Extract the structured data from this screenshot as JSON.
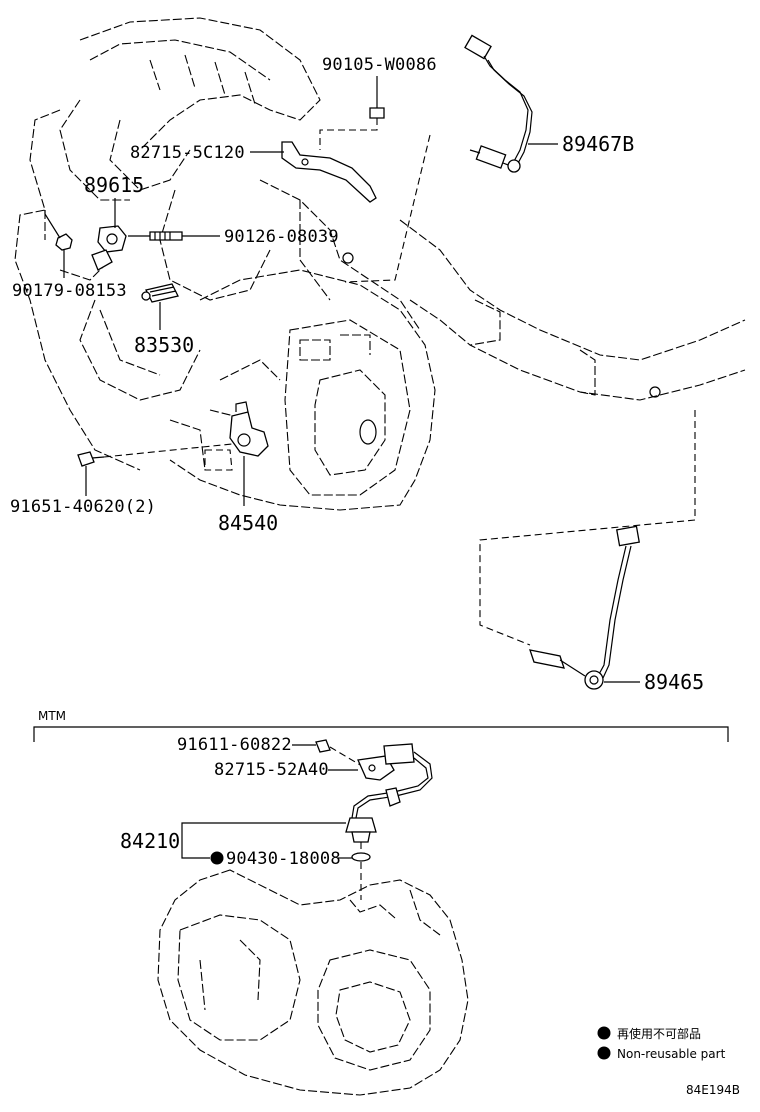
{
  "labels": {
    "p90105": "90105-W0086",
    "p82715a": "82715-5C120",
    "p89467b": "89467B",
    "p89615": "89615",
    "p90126": "90126-08039",
    "p90179": "90179-08153",
    "p83530": "83530",
    "p91651": "91651-40620(2)",
    "p84540": "84540",
    "p89465": "89465",
    "p91611": "91611-60822",
    "p82715b": "82715-52A40",
    "p84210": "84210",
    "p90430": "90430-18008"
  },
  "section_label": "MTM",
  "legend": {
    "line1": "再使用不可部品",
    "line2": "Non-reusable part"
  },
  "figure_code": "84E194B"
}
